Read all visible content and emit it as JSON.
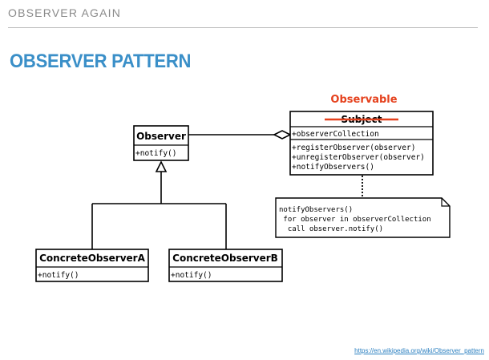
{
  "header": {
    "section": "OBSERVER AGAIN"
  },
  "slide": {
    "title": "OBSERVER PATTERN"
  },
  "diagram": {
    "observable_label": "Observable",
    "observer": {
      "name": "Observer",
      "methods": [
        "+notify()"
      ]
    },
    "subject": {
      "name": "Subject",
      "attributes": [
        "+observerCollection"
      ],
      "methods": [
        "+registerObserver(observer)",
        "+unregisterObserver(observer)",
        "+notifyObservers()"
      ]
    },
    "concrete_a": {
      "name": "ConcreteObserverA",
      "methods": [
        "+notify()"
      ]
    },
    "concrete_b": {
      "name": "ConcreteObserverB",
      "methods": [
        "+notify()"
      ]
    },
    "note": {
      "lines": [
        "notifyObservers()",
        " for observer in observerCollection",
        "  call observer.notify()"
      ]
    },
    "colors": {
      "strike": "#e5411d",
      "observable": "#e5411d",
      "title": "#3a8fc8"
    }
  },
  "footer": {
    "link_text": "https://en.wikipedia.org/wiki/Observer_pattern"
  }
}
